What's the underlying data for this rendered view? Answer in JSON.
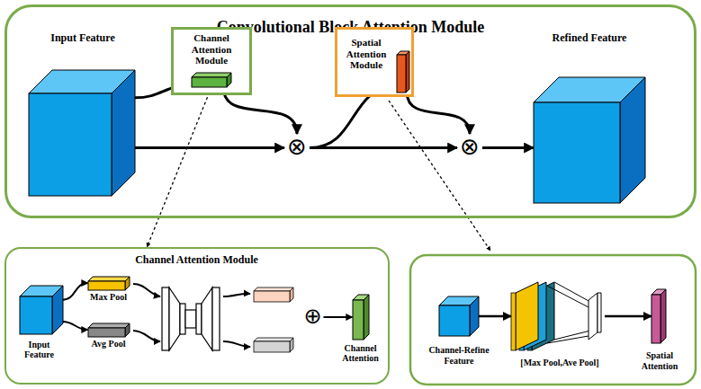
{
  "diagram": {
    "nodes": [
      {
        "text": [
          "Convolutional Block Attention Module"
        ]
      },
      {
        "text": [
          "Input Feature"
        ],
        "in": 0
      },
      {
        "text": [
          "Channel Attention Module"
        ],
        "in": 0
      },
      {
        "text": [
          "⊗"
        ],
        "in": 0
      },
      {
        "text": [
          "Spatial Attention Module"
        ],
        "in": 0
      },
      {
        "text": [
          "⊗"
        ],
        "in": 0
      },
      {
        "text": [
          "Refined Feature"
        ],
        "in": 0
      },
      {
        "text": [
          "Channel Attention Module"
        ]
      },
      {
        "text": [
          "Input Feature"
        ],
        "in": 7
      },
      {
        "text": [
          "Max Pool"
        ],
        "in": 7
      },
      {
        "text": [
          "Avg Pool"
        ],
        "in": 7
      },
      {
        "text": [
          "⊕"
        ],
        "in": 7
      },
      {
        "text": [
          "Channel Attention"
        ],
        "in": 7
      },
      {
        "text": [
          "Channel-Refine Feature"
        ]
      },
      {
        "text": [
          "[Max Pool,Ave Pool]"
        ]
      },
      {
        "text": [
          "Spatial Attention"
        ]
      }
    ],
    "edges": [
      {
        "from": 1,
        "to": 2,
        "arrow": "to"
      },
      {
        "from": 2,
        "to": 3,
        "arrow": "to"
      },
      {
        "from": 1,
        "to": 3,
        "arrow": "to"
      },
      {
        "from": 3,
        "to": 4,
        "arrow": "to"
      },
      {
        "from": 4,
        "to": 5,
        "arrow": "to"
      },
      {
        "from": 3,
        "to": 5,
        "arrow": "to"
      },
      {
        "from": 5,
        "to": 6,
        "arrow": "to"
      },
      {
        "from": 2,
        "to": 7,
        "arrow": "to"
      },
      {
        "from": 8,
        "to": 9,
        "arrow": "to"
      },
      {
        "from": 8,
        "to": 10,
        "arrow": "to"
      },
      {
        "from": 11,
        "to": 12,
        "arrow": "to"
      },
      {
        "from": 13,
        "to": 14,
        "arrow": "to"
      },
      {
        "from": 14,
        "to": 15,
        "arrow": "to"
      }
    ]
  }
}
